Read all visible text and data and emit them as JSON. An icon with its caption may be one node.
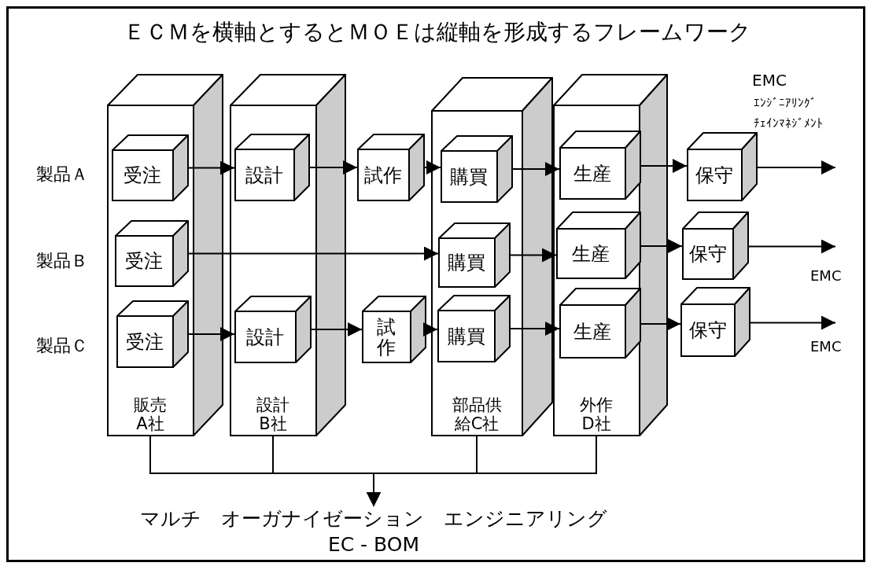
{
  "diagram": {
    "title": "ＥＣＭを横軸とするとＭＯＥは縦軸を形成するフレームワーク",
    "nodes": [
      {
        "text": [
          "販売A社"
        ]
      },
      {
        "text": [
          "受注"
        ],
        "in": 0
      },
      {
        "text": [
          "受注"
        ],
        "in": 0
      },
      {
        "text": [
          "受注"
        ],
        "in": 0
      },
      {
        "text": [
          "設計B社"
        ]
      },
      {
        "text": [
          "設計"
        ],
        "in": 4
      },
      {
        "text": [
          "設計"
        ],
        "in": 4
      },
      {
        "text": [
          "試作"
        ]
      },
      {
        "text": [
          "試作"
        ]
      },
      {
        "text": [
          "部品供給C社"
        ]
      },
      {
        "text": [
          "購買"
        ],
        "in": 9
      },
      {
        "text": [
          "購買"
        ],
        "in": 9
      },
      {
        "text": [
          "購買"
        ],
        "in": 9
      },
      {
        "text": [
          "外作D社"
        ]
      },
      {
        "text": [
          "生産"
        ],
        "in": 13
      },
      {
        "text": [
          "生産"
        ],
        "in": 13
      },
      {
        "text": [
          "生産"
        ],
        "in": 13
      },
      {
        "text": [
          "保守"
        ]
      },
      {
        "text": [
          "保守"
        ]
      },
      {
        "text": [
          "保守"
        ]
      },
      {
        "text": [
          "マルチ　オーガナイゼーション　エンジニアリング",
          "EC - BOM"
        ]
      }
    ],
    "edges": [
      {
        "from": 1,
        "to": 5,
        "arrow": "to"
      },
      {
        "from": 5,
        "to": 7,
        "arrow": "to"
      },
      {
        "from": 7,
        "to": 10,
        "arrow": "to"
      },
      {
        "from": 10,
        "to": 14,
        "arrow": "to"
      },
      {
        "from": 14,
        "to": 17,
        "arrow": "to"
      },
      {
        "from": 17,
        "to": null,
        "arrow": "to"
      },
      {
        "from": 2,
        "to": 11,
        "arrow": "to"
      },
      {
        "from": 11,
        "to": 15,
        "arrow": "to"
      },
      {
        "from": 15,
        "to": 18,
        "arrow": "to"
      },
      {
        "from": 18,
        "to": null,
        "arrow": "to"
      },
      {
        "from": 3,
        "to": 6,
        "arrow": "to"
      },
      {
        "from": 6,
        "to": 8,
        "arrow": "to"
      },
      {
        "from": 8,
        "to": 12,
        "arrow": "to"
      },
      {
        "from": 12,
        "to": 16,
        "arrow": "to"
      },
      {
        "from": 16,
        "to": 19,
        "arrow": "to"
      },
      {
        "from": 19,
        "to": null,
        "arrow": "to"
      },
      {
        "from": 0,
        "to": 20,
        "arrow": "to"
      },
      {
        "from": 4,
        "to": 20,
        "arrow": "to"
      },
      {
        "from": 9,
        "to": 20,
        "arrow": "to"
      },
      {
        "from": 13,
        "to": 20,
        "arrow": "to"
      }
    ],
    "labels": [
      "EMC",
      "ｴﾝｼﾞﾆｱﾘﾝｸﾞ",
      "ﾁｪｲﾝﾏﾈｼﾞﾒﾝﾄ",
      "製品Ａ",
      "製品Ｂ",
      "EMC",
      "製品Ｃ",
      "EMC"
    ]
  }
}
